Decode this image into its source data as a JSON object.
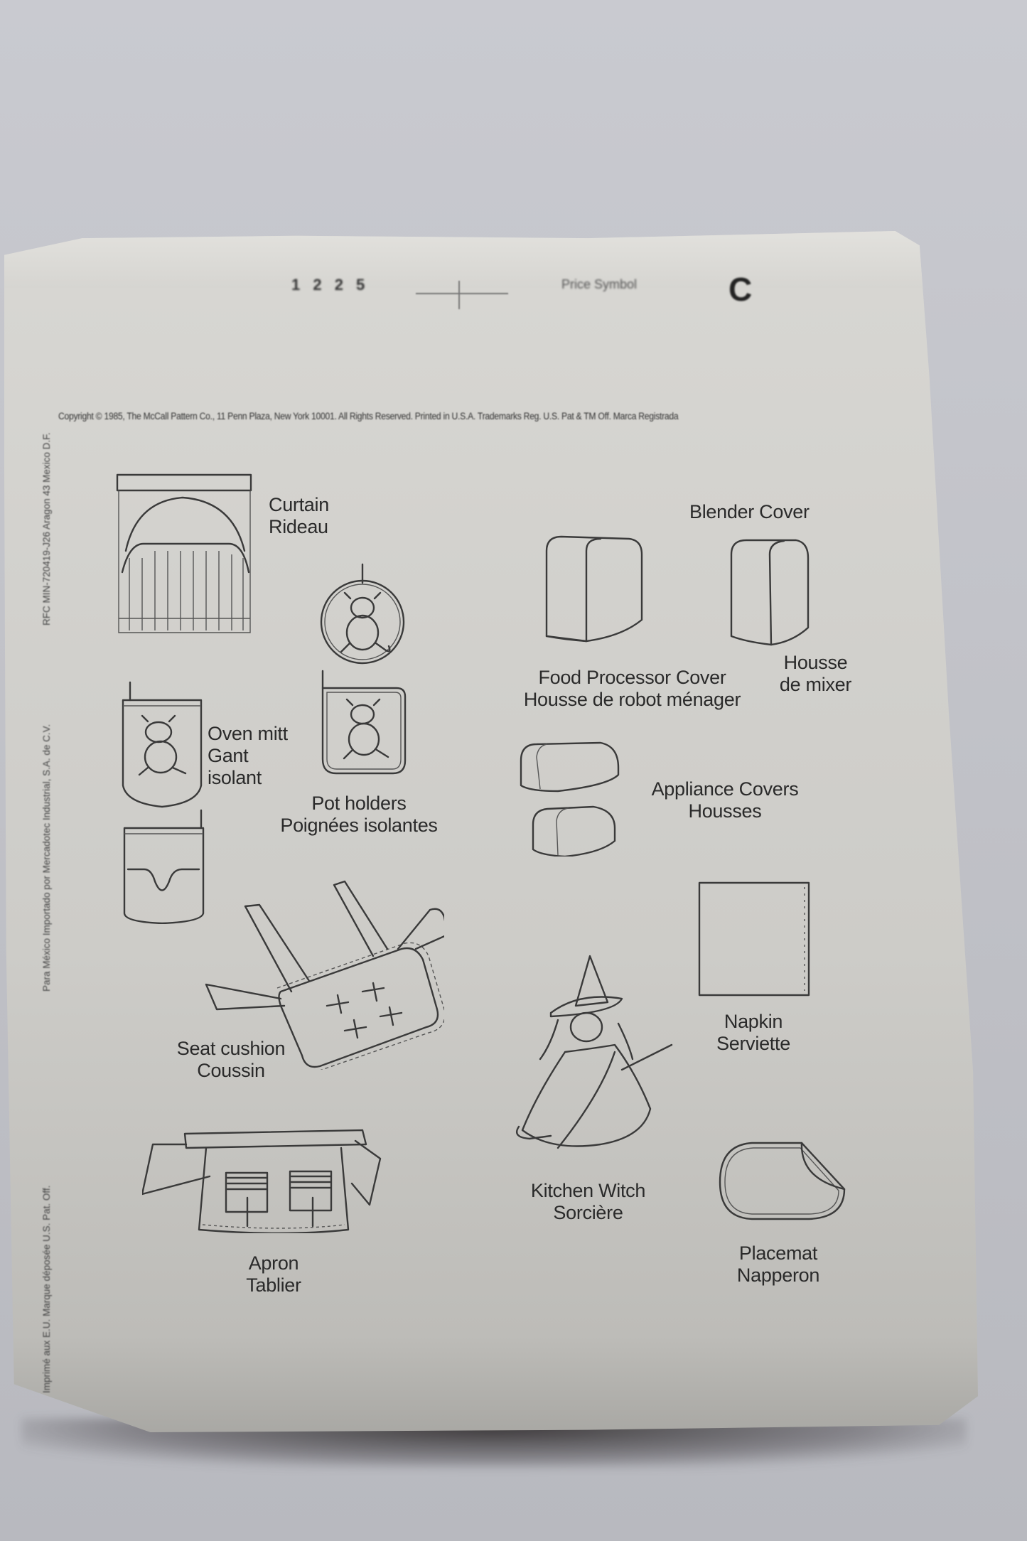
{
  "envelope": {
    "top_flap": {
      "pattern_number_partial": "1 2 2 5",
      "price_symbol_label": "Price Symbol",
      "corner_letter": "C"
    },
    "copyright_line": "Copyright © 1985, The McCall Pattern Co., 11 Penn Plaza, New York 10001. All Rights Reserved. Printed in U.S.A. Trademarks Reg. U.S. Pat & TM Off. Marca Registrada",
    "side_text": {
      "upper": "RFC MIN-720419-J26   Aragon 43   Mexico D.F.",
      "middle": "Para México Importado por Mercadotec Industrial, S.A. de C.V.",
      "lower": "Imprimé aux E.U. Marque déposée U.S. Pat. Off."
    }
  },
  "items": [
    {
      "id": "curtain",
      "english": "Curtain",
      "french": "Rideau"
    },
    {
      "id": "blender-cover",
      "english": "Blender Cover",
      "french_line1": "Housse",
      "french_line2": "de mixer"
    },
    {
      "id": "food-processor-cover",
      "english": "Food Processor Cover",
      "french": "Housse de robot ménager"
    },
    {
      "id": "oven-mitt",
      "english": "Oven mitt",
      "french_line1": "Gant",
      "french_line2": "isolant"
    },
    {
      "id": "pot-holders",
      "english": "Pot holders",
      "french": "Poignées isolantes"
    },
    {
      "id": "appliance-covers",
      "english": "Appliance Covers",
      "french": "Housses"
    },
    {
      "id": "seat-cushion",
      "english": "Seat cushion",
      "french": "Coussin"
    },
    {
      "id": "napkin",
      "english": "Napkin",
      "french": "Serviette"
    },
    {
      "id": "kitchen-witch",
      "english": "Kitchen Witch",
      "french": "Sorcière"
    },
    {
      "id": "apron",
      "english": "Apron",
      "french": "Tablier"
    },
    {
      "id": "placemat",
      "english": "Placemat",
      "french": "Napperon"
    }
  ],
  "colors": {
    "background": "#c4c5cb",
    "paper": "#d3d2ce",
    "ink": "#2a2a2a"
  }
}
